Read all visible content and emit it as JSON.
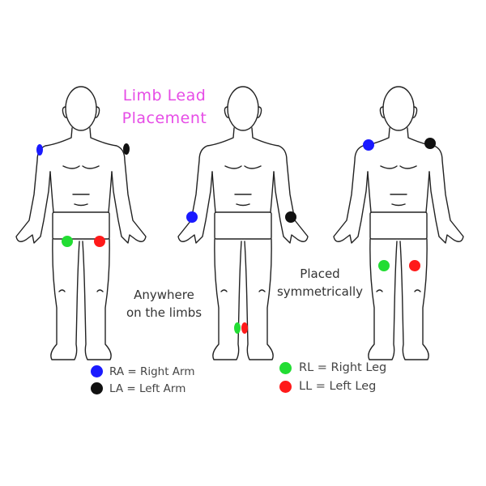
{
  "title": [
    "Limb Lead",
    "Placement"
  ],
  "annotations": {
    "anywhere": [
      "Anywhere",
      "on the limbs"
    ],
    "symmetric": [
      "Placed",
      "symmetrically"
    ]
  },
  "legend": [
    {
      "label": "RA = Right Arm",
      "color": "#1a1aff"
    },
    {
      "label": "LA = Left Arm",
      "color": "#111111"
    },
    {
      "label": "RL = Right Leg",
      "color": "#22dd33"
    },
    {
      "label": "LL = Left Leg",
      "color": "#ff1a1a"
    }
  ],
  "figures": [
    {
      "name": "shoulders-and-thighs"
    },
    {
      "name": "anywhere-on-limbs"
    },
    {
      "name": "symmetric"
    }
  ]
}
